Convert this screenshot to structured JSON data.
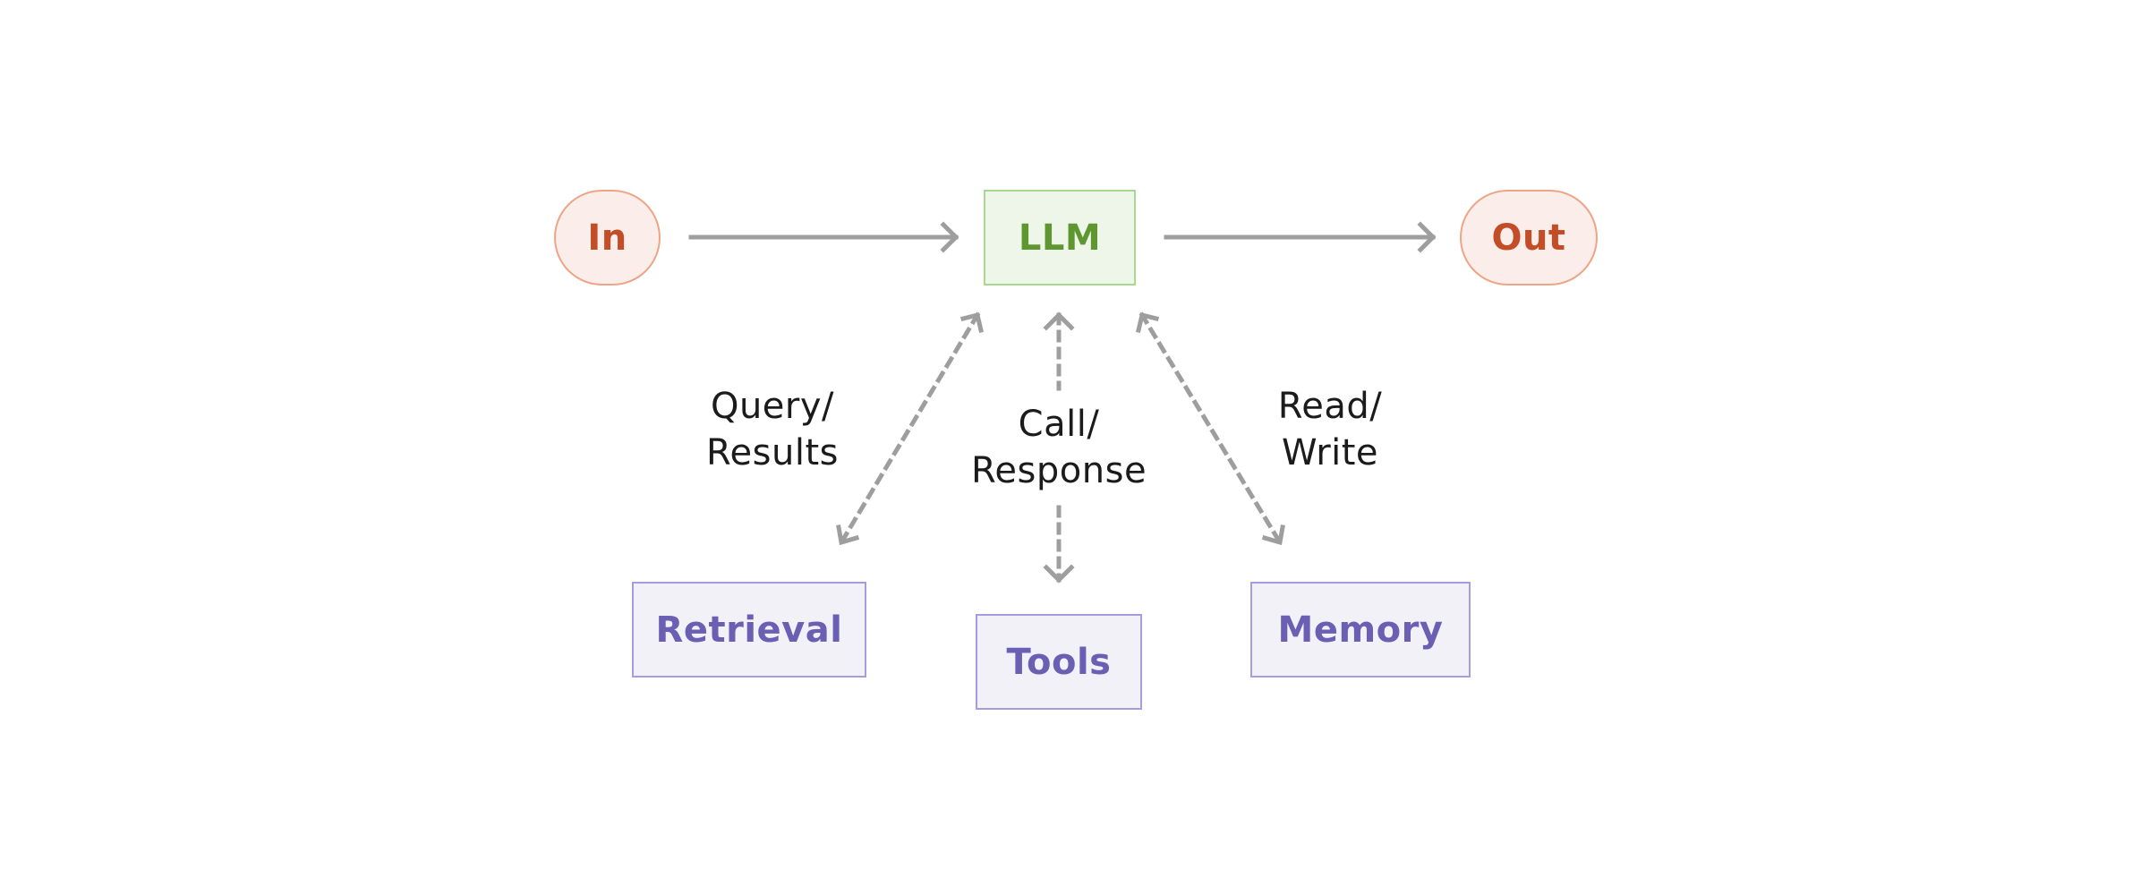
{
  "colors": {
    "edge": "#9e9e9e",
    "io_fill": "#fbeeea",
    "io_border": "#eda487",
    "io_text": "#c24d26",
    "llm_fill": "#eef6ea",
    "llm_border": "#a6d88f",
    "llm_text": "#5e9630",
    "aug_fill": "#f2f1f8",
    "aug_border": "#a79ce0",
    "aug_text": "#6a5fb2"
  },
  "nodes": {
    "input": "In",
    "llm": "LLM",
    "output": "Out",
    "retrieval": "Retrieval",
    "tools": "Tools",
    "memory": "Memory"
  },
  "edges": {
    "input_to_llm": {
      "style": "solid",
      "direction": "forward"
    },
    "llm_to_output": {
      "style": "solid",
      "direction": "forward"
    },
    "retrieval": {
      "style": "dashed",
      "direction": "both",
      "label_line1": "Query/",
      "label_line2": "Results"
    },
    "tools": {
      "style": "dashed",
      "direction": "both",
      "label_line1": "Call/",
      "label_line2": "Response"
    },
    "memory": {
      "style": "dashed",
      "direction": "both",
      "label_line1": "Read/",
      "label_line2": "Write"
    }
  }
}
